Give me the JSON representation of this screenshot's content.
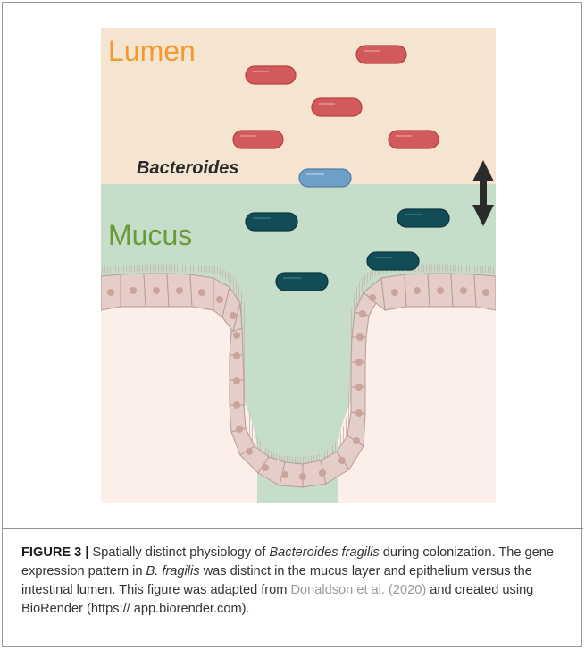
{
  "figure": {
    "lumen_label": "Lumen",
    "mucus_label": "Mucus",
    "bacteria_label": "Bacteroides",
    "colors": {
      "lumen_bg": "#f4e4d0",
      "mucus_bg": "#c6ddc9",
      "tissue_bg": "#fceee8",
      "lumen_bacterium": "#d35a5c",
      "focus_bacterium": "#6f9fc6",
      "mucus_bacterium": "#124c57",
      "cell": "#e3cbc4",
      "nucleus": "#c9a49b",
      "arrow": "#2b2b2b"
    }
  },
  "caption": {
    "label": "FIGURE 3 |",
    "text_1": " Spatially distinct physiology of ",
    "italic_1": "Bacteroides fragilis",
    "text_2": " during colonization. The gene expression pattern in ",
    "italic_2": "B. fragilis",
    "text_3": " was distinct in the mucus layer and epithelium versus the intestinal lumen. This figure was adapted from ",
    "link": "Donaldson et al. (2020)",
    "text_4": " and created using BioRender (https:// app.biorender.com)."
  }
}
